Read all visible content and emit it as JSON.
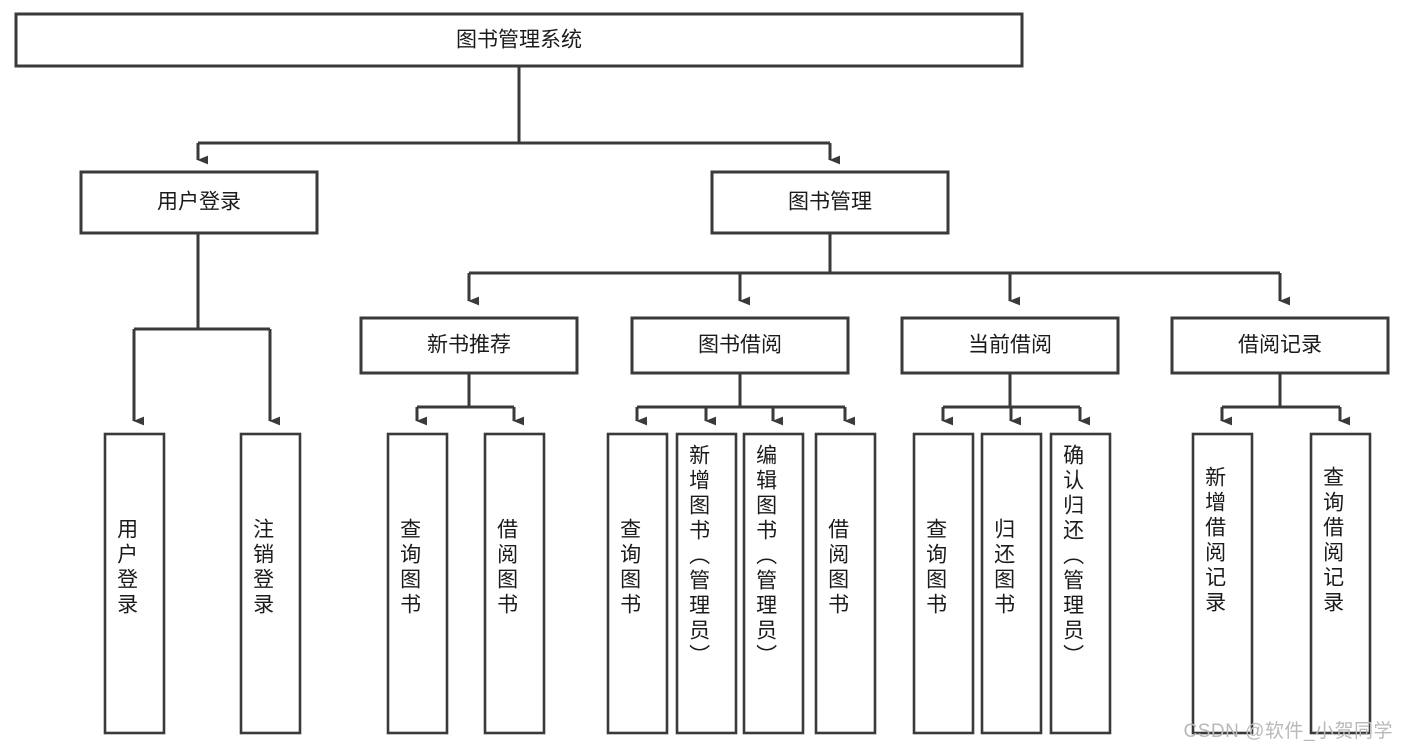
{
  "diagram": {
    "type": "tree",
    "title": "图书管理系统",
    "watermark": "CSDN @软件_小贺同学",
    "colors": {
      "stroke": "#3a3a3a",
      "fill": "#ffffff",
      "text": "#1b1b1b",
      "watermark": "#b9b9b9"
    },
    "root": {
      "label": "图书管理系统"
    },
    "level2": [
      {
        "label": "用户登录"
      },
      {
        "label": "图书管理"
      }
    ],
    "level3": [
      {
        "label": "新书推荐"
      },
      {
        "label": "图书借阅"
      },
      {
        "label": "当前借阅"
      },
      {
        "label": "借阅记录"
      }
    ],
    "leaves": {
      "user_login": [
        {
          "label": "用户登录"
        },
        {
          "label": "注销登录"
        }
      ],
      "new_book_recommend": [
        {
          "label": "查询图书"
        },
        {
          "label": "借阅图书"
        }
      ],
      "book_borrow": [
        {
          "label": "查询图书"
        },
        {
          "label": "新增图书（管理员）"
        },
        {
          "label": "编辑图书（管理员）"
        },
        {
          "label": "借阅图书"
        }
      ],
      "current_borrow": [
        {
          "label": "查询图书"
        },
        {
          "label": "归还图书"
        },
        {
          "label": "确认归还（管理员）"
        }
      ],
      "borrow_record": [
        {
          "label": "新增借阅记录"
        },
        {
          "label": "查询借阅记录"
        }
      ]
    }
  }
}
